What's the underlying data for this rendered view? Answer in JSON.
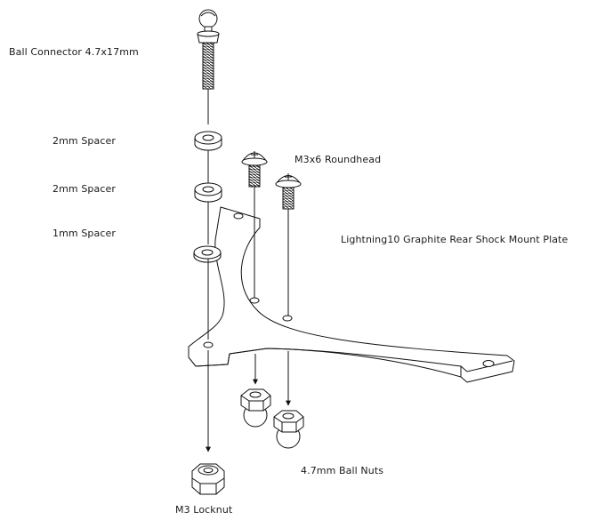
{
  "labels": {
    "ball_connector": "Ball Connector 4.7x17mm",
    "spacer_2mm_top": "2mm Spacer",
    "spacer_2mm_bottom": "2mm Spacer",
    "spacer_1mm": "1mm Spacer",
    "roundhead_screw": "M3x6 Roundhead",
    "plate": "Lightning10 Graphite Rear Shock Mount Plate",
    "ball_nuts": "4.7mm Ball Nuts",
    "locknut": "M3 Locknut"
  },
  "colors": {
    "line": "#111111",
    "background": "#ffffff"
  }
}
